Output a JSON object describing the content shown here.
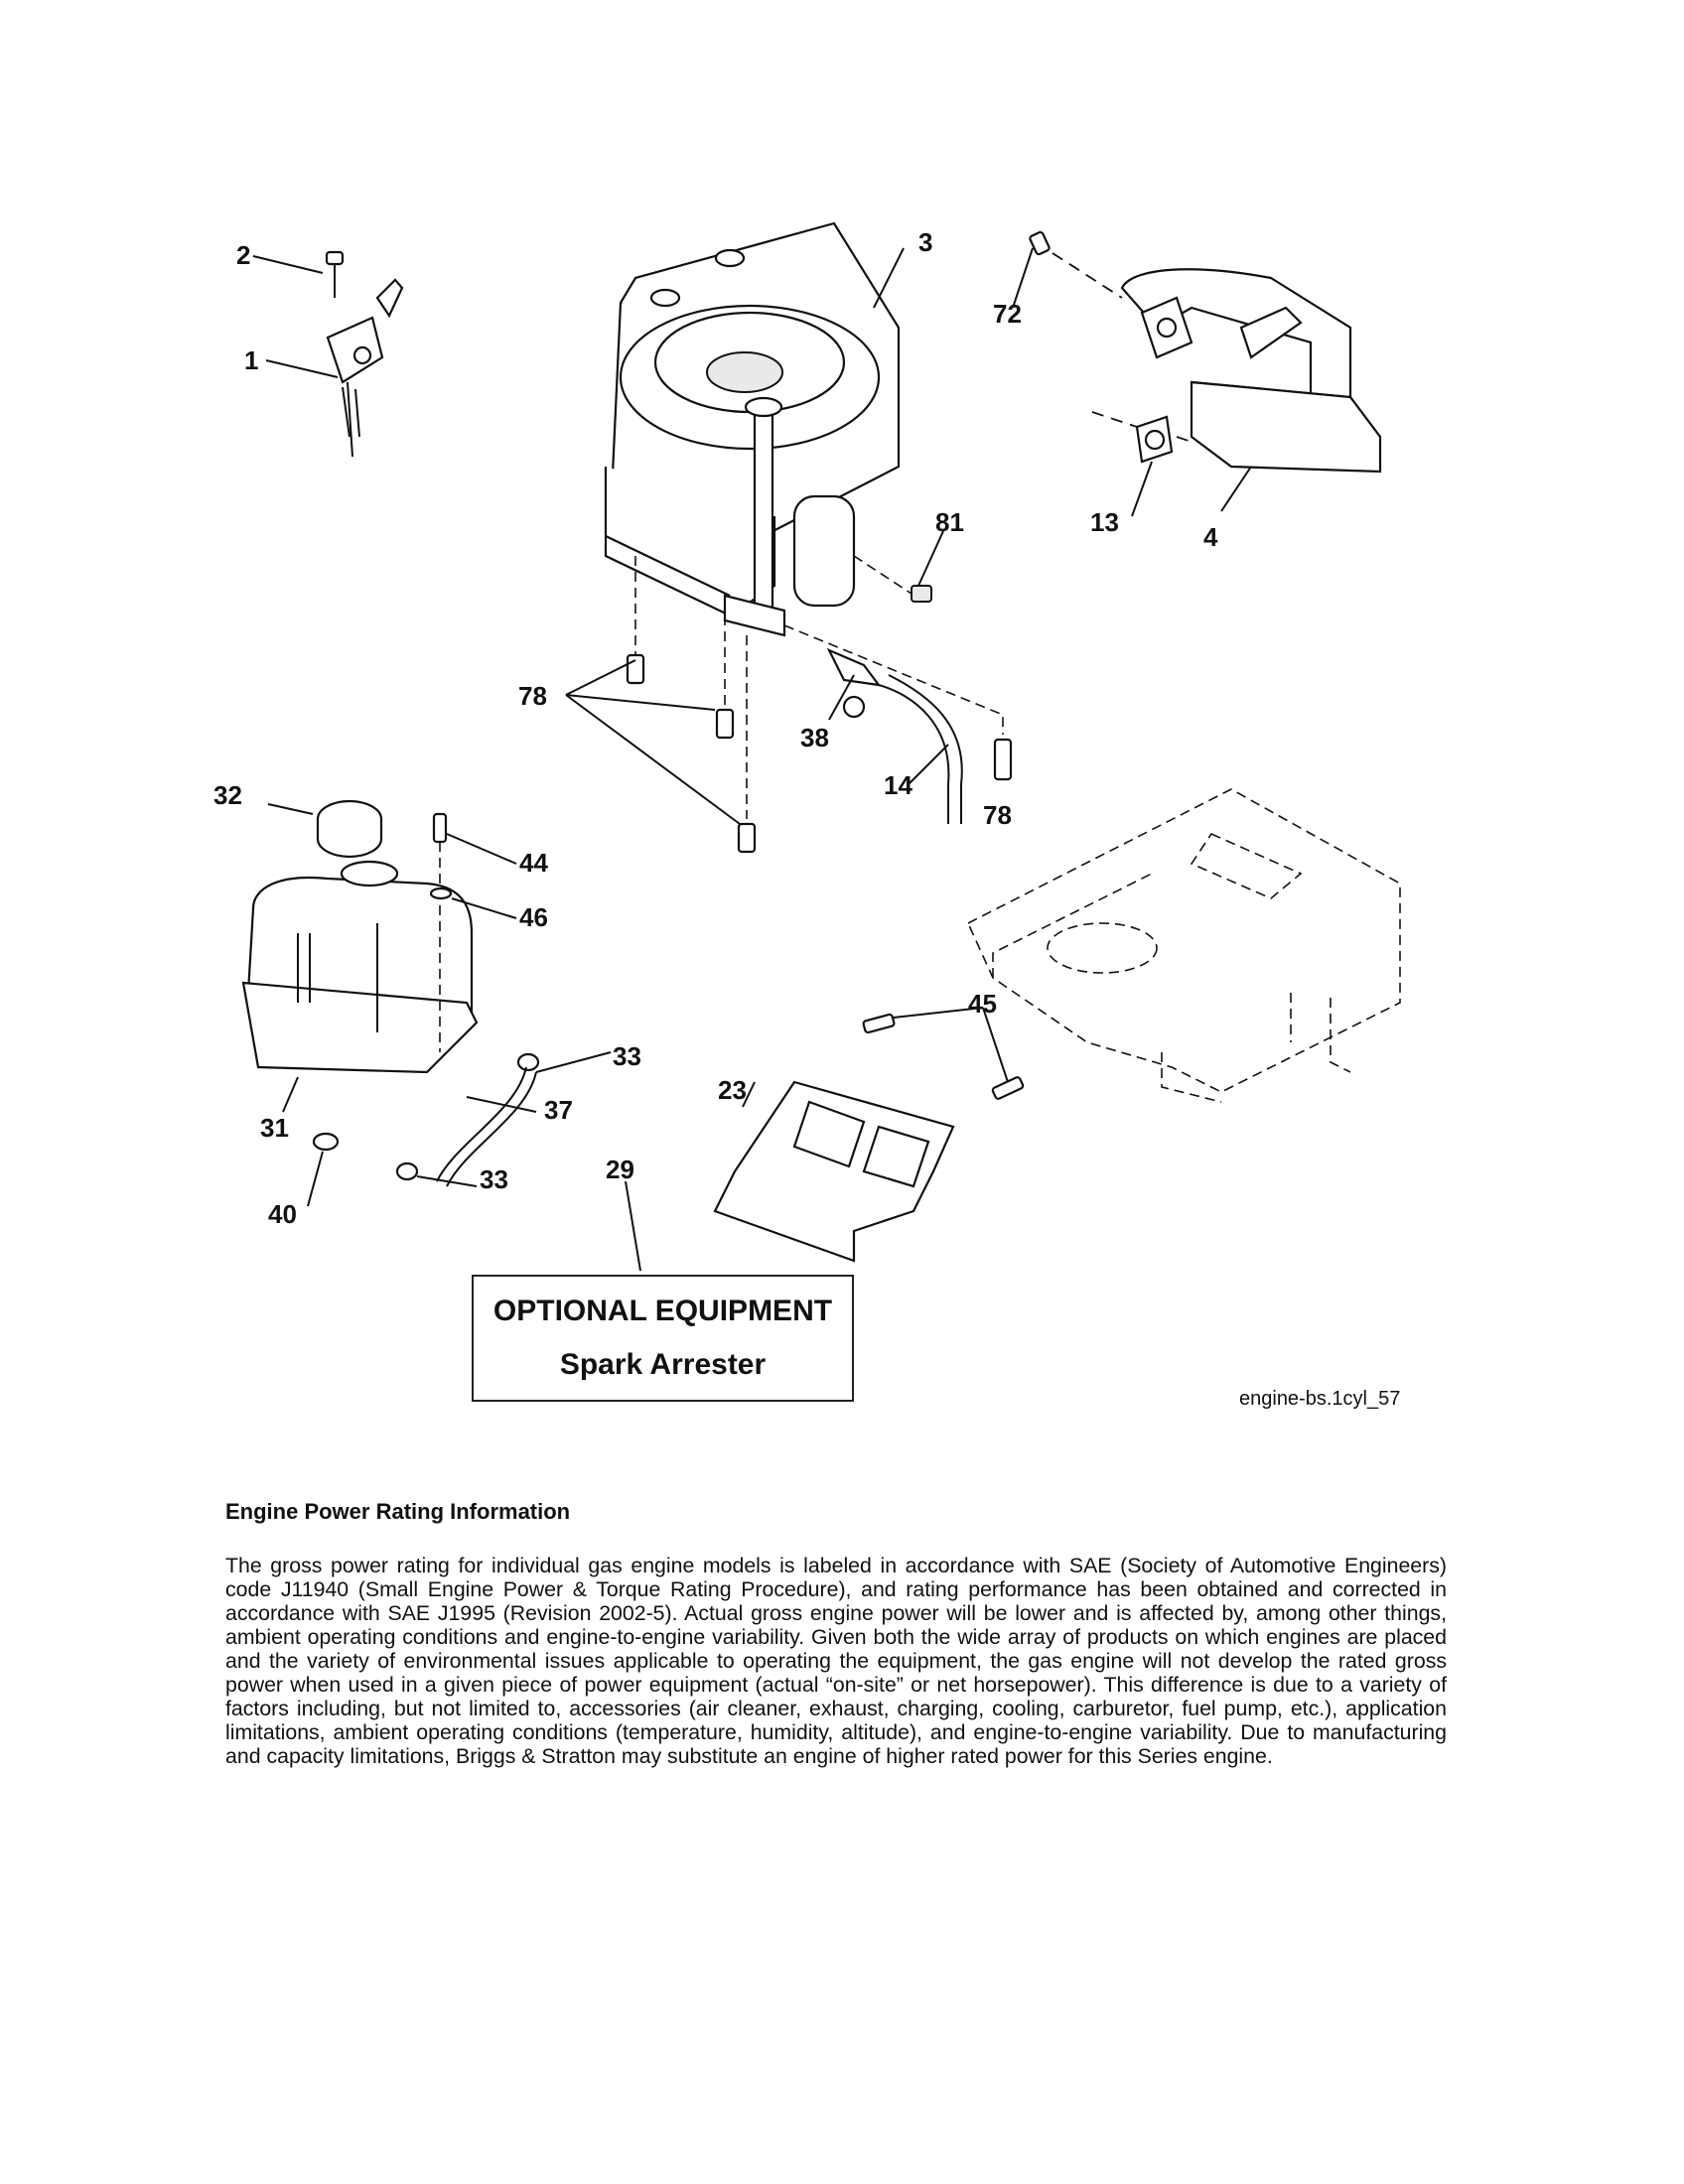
{
  "diagram": {
    "callouts": [
      "1",
      "2",
      "3",
      "4",
      "13",
      "14",
      "23",
      "29",
      "31",
      "32",
      "33",
      "33",
      "37",
      "38",
      "40",
      "44",
      "45",
      "46",
      "72",
      "78",
      "78",
      "81"
    ]
  },
  "optional_equipment": {
    "title": "OPTIONAL EQUIPMENT",
    "subtitle": "Spark Arrester"
  },
  "reference_code": "engine-bs.1cyl_57",
  "rating": {
    "heading": "Engine Power Rating Information",
    "body": "The gross power rating for individual gas engine models is labeled in accordance with SAE (Society of Automotive Engineers) code J11940 (Small Engine Power & Torque Rating Procedure), and rating performance has been obtained and corrected in accordance with SAE J1995 (Revision 2002-5). Actual gross engine power will be lower and is affected by, among other things, ambient operating conditions and engine-to-engine variability. Given both the wide array of products on which engines are placed and the variety of environmental issues applicable to operating the equipment, the gas engine will not develop the rated gross power when used in a given piece of power equipment (actual “on-site” or net horsepower). This difference is due to a variety of factors including, but not limited to, accessories (air cleaner, exhaust, charging, cooling, carburetor, fuel pump, etc.), application limitations, ambient operating conditions (temperature, humidity, altitude), and engine-to-engine variability. Due to manufacturing and capacity limitations, Briggs & Stratton may substitute an engine of higher rated power for this Series engine."
  }
}
